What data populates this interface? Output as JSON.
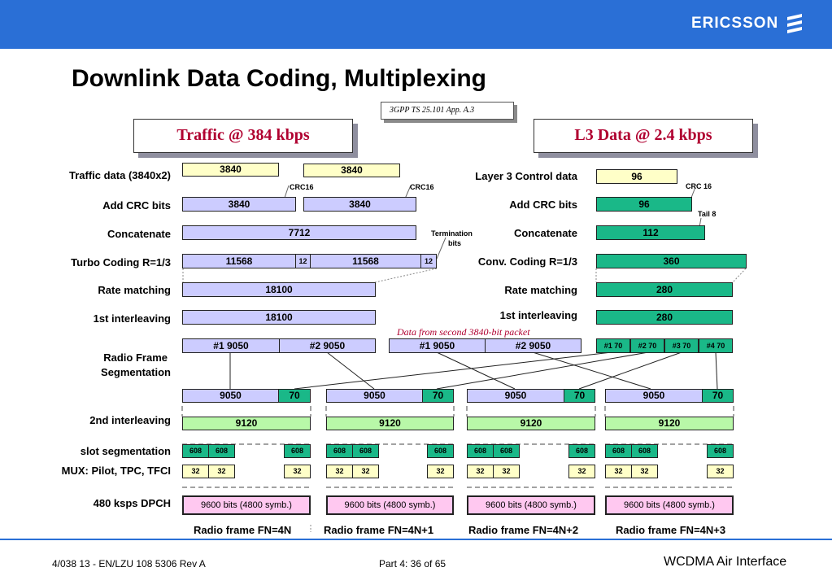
{
  "header": {
    "brand": "ERICSSON"
  },
  "title": "Downlink Data Coding, Multiplexing",
  "reference": "3GPP TS 25.101 App. A.3",
  "traffic_header": "Traffic @ 384 kbps",
  "l3_header": "L3 Data @ 2.4 kbps",
  "left_labels": {
    "traffic_data": "Traffic data (3840x2)",
    "add_crc": "Add CRC bits",
    "concatenate": "Concatenate",
    "turbo": "Turbo Coding R=1/3",
    "rate_matching": "Rate matching",
    "interleaving1": "1st interleaving",
    "radio_frame_seg_1": "Radio Frame",
    "radio_frame_seg_2": "Segmentation",
    "interleaving2": "2nd  interleaving",
    "slot_seg": "slot segmentation",
    "mux": "MUX: Pilot, TPC, TFCI",
    "dpch": "480 ksps DPCH"
  },
  "right_labels": {
    "l3_control": "Layer 3 Control data",
    "add_crc": "Add CRC bits",
    "concatenate": "Concatenate",
    "conv": "Conv. Coding R=1/3",
    "rate_matching": "Rate matching",
    "interleaving1": "1st interleaving"
  },
  "traffic": {
    "data_a": "3840",
    "data_b": "3840",
    "crc_a": "3840",
    "crc_b": "3840",
    "crc_note_a": "CRC16",
    "crc_note_b": "CRC16",
    "concat": "7712",
    "termination_1": "Termination",
    "termination_2": "bits",
    "turbo_a": "11568",
    "turbo_a_tail": "12",
    "turbo_b": "11568",
    "turbo_b_tail": "12",
    "rm": "18100",
    "il": "18100",
    "seg": [
      "#1  9050",
      "#2  9050",
      "#1  9050",
      "#2  9050"
    ],
    "second_packet_note": "Data from second 3840-bit packet"
  },
  "l3": {
    "data": "96",
    "crc": "96",
    "crc_note": "CRC 16",
    "tail_note": "Tail 8",
    "concat": "112",
    "conv": "360",
    "rm": "280",
    "il": "280",
    "seg": [
      "#1 70",
      "#2 70",
      "#3 70",
      "#4 70"
    ]
  },
  "frames": [
    {
      "data": "9050",
      "ctrl": "70",
      "il2": "9120",
      "slot_a": "608",
      "slot_b": "608",
      "slot_c": "608",
      "mux_a": "32",
      "mux_b": "32",
      "mux_c": "32",
      "dpch": "9600 bits (4800 symb.)",
      "label": "Radio frame FN=4N"
    },
    {
      "data": "9050",
      "ctrl": "70",
      "il2": "9120",
      "slot_a": "608",
      "slot_b": "608",
      "slot_c": "608",
      "mux_a": "32",
      "mux_b": "32",
      "mux_c": "32",
      "dpch": "9600 bits (4800 symb.)",
      "label": "Radio frame FN=4N+1"
    },
    {
      "data": "9050",
      "ctrl": "70",
      "il2": "9120",
      "slot_a": "608",
      "slot_b": "608",
      "slot_c": "608",
      "mux_a": "32",
      "mux_b": "32",
      "mux_c": "32",
      "dpch": "9600 bits (4800 symb.)",
      "label": "Radio frame FN=4N+2"
    },
    {
      "data": "9050",
      "ctrl": "70",
      "il2": "9120",
      "slot_a": "608",
      "slot_b": "608",
      "slot_c": "608",
      "mux_a": "32",
      "mux_b": "32",
      "mux_c": "32",
      "dpch": "9600 bits (4800 symb.)",
      "label": "Radio frame FN=4N+3"
    }
  ],
  "footer": {
    "doc_id": "4/038 13 - EN/LZU 108 5306 Rev A",
    "page": "Part 4:  36 of 65",
    "course": "WCDMA Air Interface"
  },
  "colors": {
    "banner": "#2a6fd6",
    "header_text": "#b00030",
    "light_yellow": "#ffffc8",
    "light_blue": "#ccccff",
    "green": "#1ab888",
    "light_green": "#b8f8a8",
    "pink": "#ffc8f0"
  }
}
